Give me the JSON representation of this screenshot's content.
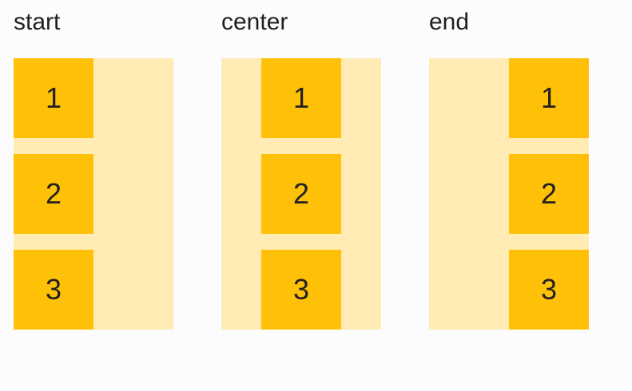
{
  "colors": {
    "page_background": "#FCFCFE",
    "container_background": "#FFEBB3",
    "item_background": "#FFC107",
    "label_text": "#1F1F1F",
    "item_text": "#212121"
  },
  "demos": [
    {
      "label": "start",
      "alignment": "start",
      "items": [
        "1",
        "2",
        "3"
      ]
    },
    {
      "label": "center",
      "alignment": "center",
      "items": [
        "1",
        "2",
        "3"
      ]
    },
    {
      "label": "end",
      "alignment": "end",
      "items": [
        "1",
        "2",
        "3"
      ]
    }
  ]
}
